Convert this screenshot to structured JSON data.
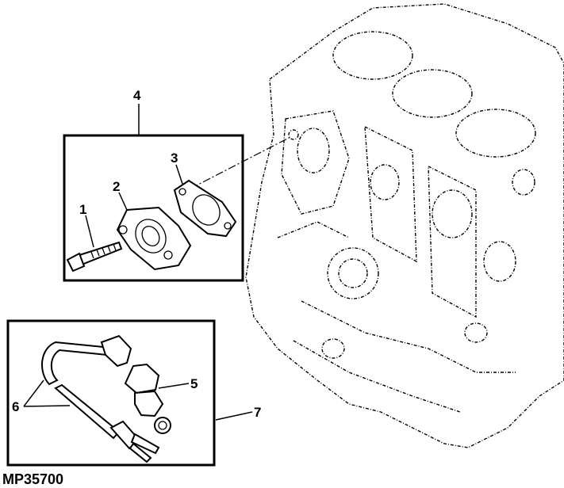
{
  "figure_code": "MP35700",
  "callouts": {
    "c1": "1",
    "c2": "2",
    "c3": "3",
    "c4": "4",
    "c5": "5",
    "c6": "6",
    "c7": "7"
  }
}
